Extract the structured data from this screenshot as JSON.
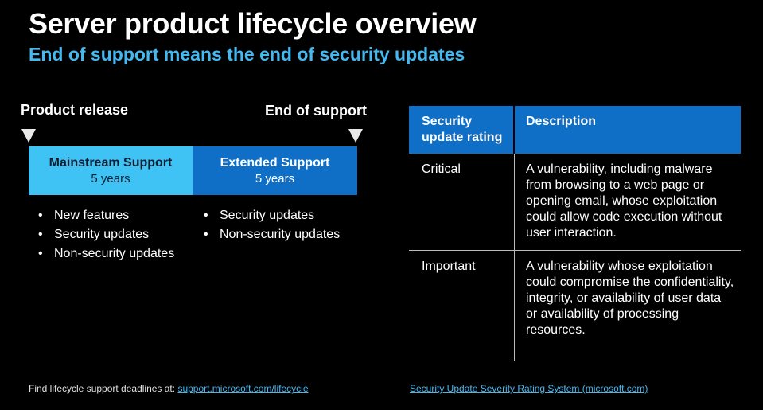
{
  "slide": {
    "title": "Server product lifecycle overview",
    "subtitle": "End of support means the end of security updates"
  },
  "timeline": {
    "start_label": "Product release",
    "end_label": "End of support",
    "phases": [
      {
        "title": "Mainstream Support",
        "duration": "5 years",
        "color": "#3fc2f4",
        "features": [
          "New features",
          "Security updates",
          "Non-security updates"
        ]
      },
      {
        "title": "Extended Support",
        "duration": "5 years",
        "color": "#0f6fc6",
        "features": [
          "Security updates",
          "Non-security updates"
        ]
      }
    ]
  },
  "rating_table": {
    "header_color": "#0f6fc6",
    "headers": [
      "Security update rating",
      "Description"
    ],
    "rows": [
      {
        "rating": "Critical",
        "description": "A vulnerability, including malware from browsing to a web page or opening email, whose exploitation could allow code execution without user interaction."
      },
      {
        "rating": "Important",
        "description": "A vulnerability whose exploitation could compromise the confidentiality, integrity, or availability of user data or availability of processing resources."
      }
    ]
  },
  "footer": {
    "left_text": "Find lifecycle support deadlines at: ",
    "left_link": "support.microsoft.com/lifecycle",
    "right_link": "Security Update Severity Rating System (microsoft.com)",
    "link_color": "#45b8f0"
  }
}
